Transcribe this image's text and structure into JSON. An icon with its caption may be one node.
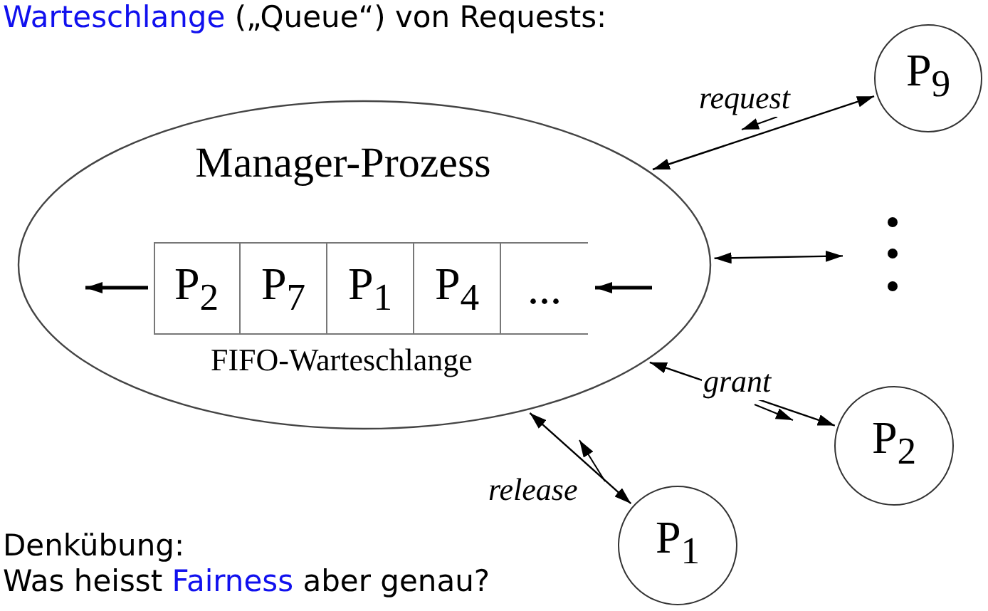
{
  "diagram": {
    "nodes": [
      {
        "text": [
          "Manager-Prozess"
        ]
      },
      {
        "text": [
          "FIFO-Warteschlange"
        ],
        "in": 0
      },
      {
        "text": [
          "P$_{2}$"
        ],
        "in": 1
      },
      {
        "text": [
          "P$_{7}$"
        ],
        "in": 1
      },
      {
        "text": [
          "P$_{1}$"
        ],
        "in": 1
      },
      {
        "text": [
          "P$_{4}$"
        ],
        "in": 1
      },
      {
        "text": [
          "..."
        ],
        "in": 1
      },
      {
        "text": [
          "P$_{9}$"
        ]
      },
      {
        "text": [],
        "shape": "dots"
      },
      {
        "text": [
          "P$_{2}$"
        ]
      },
      {
        "text": [
          "P$_{1}$"
        ]
      }
    ],
    "edges": [
      {
        "from": 0,
        "to": 7,
        "arrow": "both",
        "label": "request"
      },
      {
        "from": 0,
        "to": 8,
        "arrow": "both"
      },
      {
        "from": 0,
        "to": 9,
        "arrow": "both",
        "label": "grant"
      },
      {
        "from": 0,
        "to": 10,
        "arrow": "both",
        "label": "release"
      },
      {
        "from": 1,
        "to": null,
        "arrow": "to"
      },
      {
        "from": null,
        "to": 1,
        "arrow": "to"
      }
    ],
    "labels": [
      "Warteschlange („Queue“) von Requests:",
      "Denkübung:",
      "Was heisst Fairness aber genau?"
    ]
  }
}
